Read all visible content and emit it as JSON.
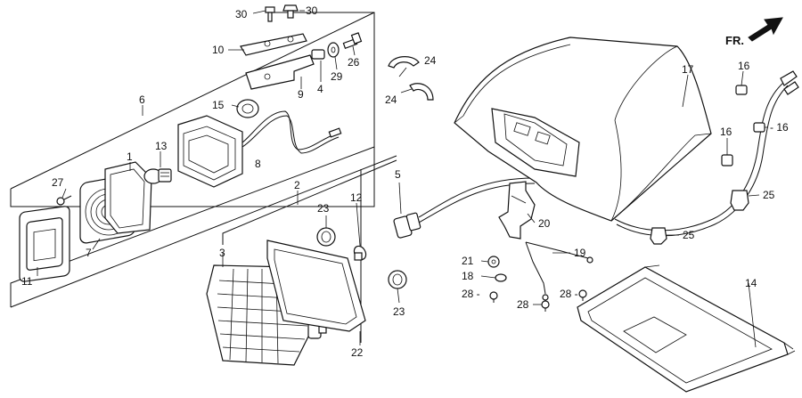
{
  "callouts": {
    "c1": "1",
    "c2": "2",
    "c3": "3",
    "c4": "4",
    "c5": "5",
    "c6": "6",
    "c7": "7",
    "c8": "8",
    "c9": "9",
    "c10": "10",
    "c11": "11",
    "c12": "12",
    "c13": "13",
    "c14": "14",
    "c15": "15",
    "c16a": "16",
    "c16b": "16",
    "c16c": "- 16",
    "c17": "17",
    "c18": "18",
    "c19": "19",
    "c20": "20",
    "c21": "21",
    "c22": "22",
    "c23a": "23",
    "c23b": "23",
    "c24a": "24",
    "c24b": "24",
    "c25a": "25",
    "c25b": "25",
    "c26": "26",
    "c27": "27",
    "c28a": "28 -",
    "c28b": "28",
    "c28c": "28 -",
    "c29": "29",
    "c30a": "30",
    "c30b": "30"
  },
  "direction": {
    "label": "FR.",
    "icon": "forward-arrow-icon"
  }
}
